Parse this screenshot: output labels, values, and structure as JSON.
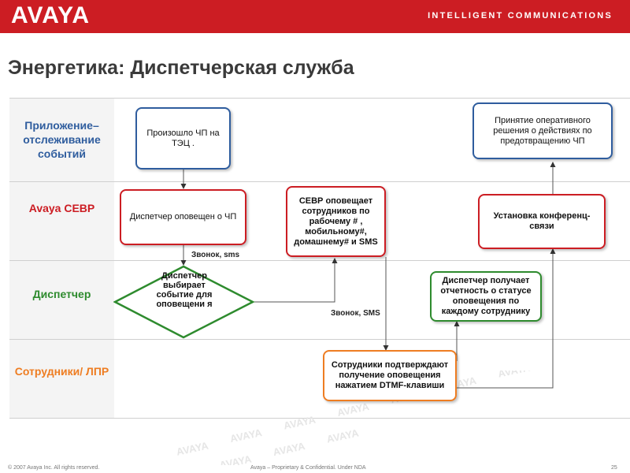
{
  "header": {
    "logo": "AVAYA",
    "tagline": "INTELLIGENT COMMUNICATIONS"
  },
  "title": "Энергетика: Диспетчерская служба",
  "lanes": [
    {
      "label": "Приложение– отслеживание событий",
      "color": "#2f5d9e"
    },
    {
      "label": "Avaya СЕВР",
      "color": "#cc1d23"
    },
    {
      "label": "Диспетчер",
      "color": "#2e8b2e"
    },
    {
      "label": "Сотрудники/ ЛПР",
      "color": "#ee7d22"
    }
  ],
  "nodes": {
    "event": "Произошло ЧП на ТЭЦ .",
    "decision_accept": "Принятие оперативного решения о действиях по предотвращению ЧП",
    "dispatcher_notified": "Диспетчер оповещен о ЧП",
    "sevr_notifies": "СЕВР оповещает сотрудников по рабочему # , мобильному#, домашнему# и SMS",
    "conference": "Установка конференц-связи",
    "dispatcher_selects": "Диспетчер выбирает событие для оповещени я",
    "dispatcher_report": "Диспетчер получает отчетность о статусе оповещения по каждому сотруднику",
    "staff_confirm": "Сотрудники подтверждают получение оповещения нажатием DTMF-клавиши"
  },
  "edge_labels": {
    "call_sms_lower": "Звонок, sms",
    "call_sms_upper": "Звонок, SMS"
  },
  "watermark": "AVAYA",
  "footer": {
    "left": "© 2007 Avaya Inc. All rights reserved.",
    "center": "Avaya – Proprietary & Confidential. Under NDA",
    "page": "25"
  }
}
